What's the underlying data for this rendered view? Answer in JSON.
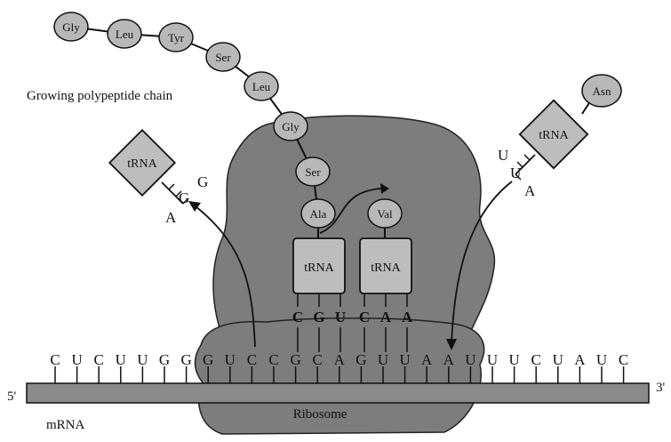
{
  "chain_label": "Growing polypeptide chain",
  "chain": [
    "Gly",
    "Leu",
    "Tyr",
    "Ser",
    "Leu",
    "Gly",
    "Ser",
    "Ala"
  ],
  "site_amino": "Val",
  "incoming_amino": "Asn",
  "trna_label": "tRNA",
  "exiting_anticodon": [
    "A",
    "G",
    "G"
  ],
  "p_site_anticodon": [
    "C",
    "G",
    "U"
  ],
  "a_site_anticodon": [
    "C",
    "A",
    "A"
  ],
  "incoming_anticodon": [
    "U",
    "U",
    "A"
  ],
  "mrna_bases": [
    "C",
    "U",
    "C",
    "U",
    "U",
    "G",
    "G",
    "G",
    "U",
    "C",
    "C",
    "G",
    "C",
    "A",
    "G",
    "U",
    "U",
    "A",
    "A",
    "U",
    "U",
    "U",
    "C",
    "U",
    "A",
    "U",
    "C"
  ],
  "mrna_label": "mRNA",
  "five_prime": "5'",
  "three_prime": "3'",
  "ribosome_label": "Ribosome",
  "colors": {
    "ribosome": "#7d7d7d",
    "ribosome_dark": "#5e5e5e",
    "bead": "#b8b8b8",
    "trna": "#bdbdbd",
    "mrna": "#8a8a8a",
    "ink": "#111111"
  }
}
